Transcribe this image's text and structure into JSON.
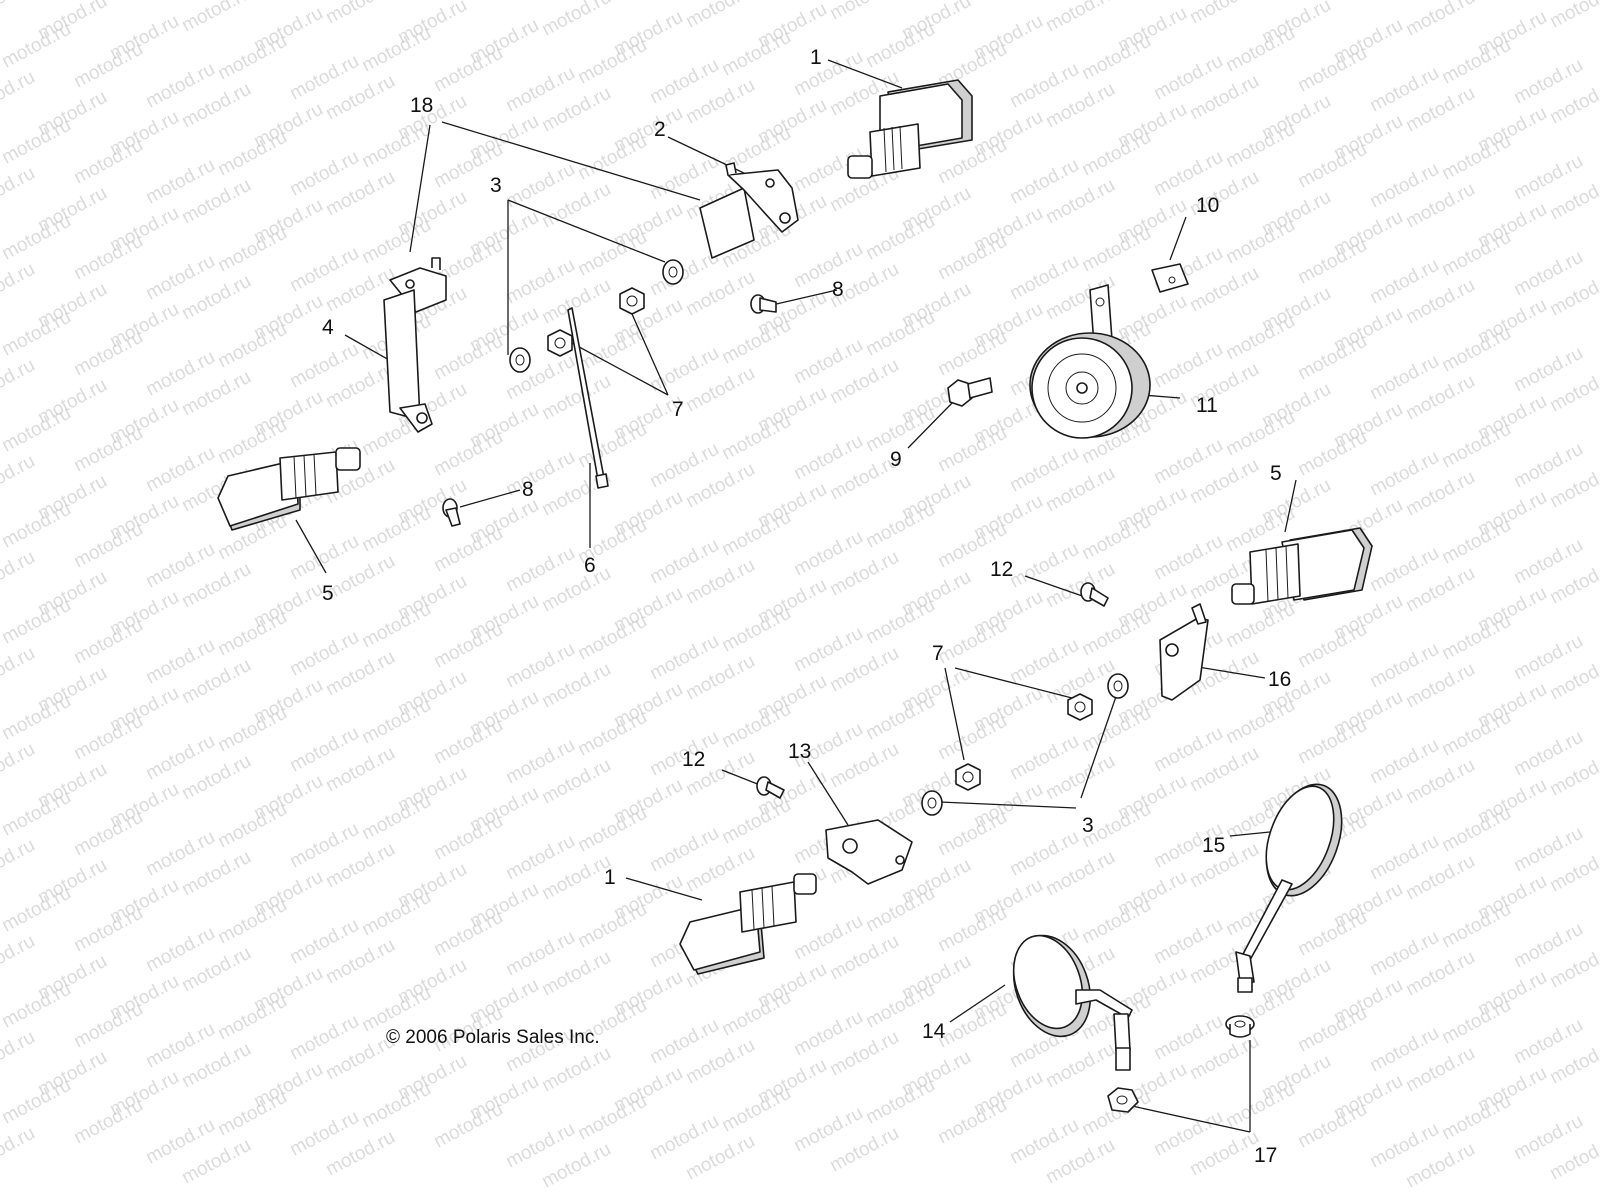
{
  "watermark": "motod.ru",
  "copyright": "© 2006 Polaris Sales Inc.",
  "callouts": {
    "c1a": "1",
    "c1b": "1",
    "c2": "2",
    "c3a": "3",
    "c3b": "3",
    "c4": "4",
    "c5a": "5",
    "c5b": "5",
    "c6": "6",
    "c7a": "7",
    "c7b": "7",
    "c8a": "8",
    "c8b": "8",
    "c9": "9",
    "c10": "10",
    "c11": "11",
    "c12a": "12",
    "c12b": "12",
    "c13": "13",
    "c14": "14",
    "c15": "15",
    "c16": "16",
    "c17": "17",
    "c18": "18"
  },
  "colors": {
    "ink": "#1a1a1a",
    "watermark": "#bfbfbf",
    "shade": "#cfcfcf"
  }
}
